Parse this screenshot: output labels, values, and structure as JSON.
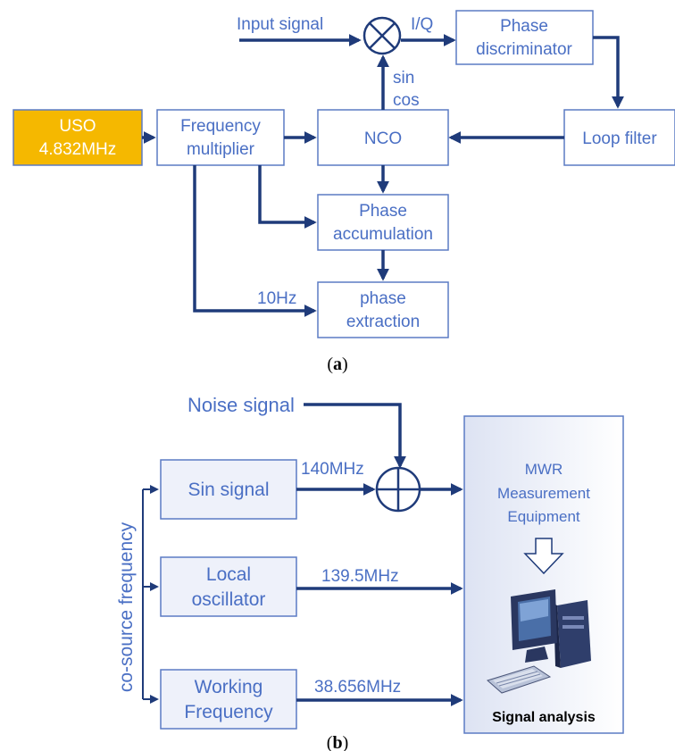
{
  "diagram_a": {
    "caption_letter": "a",
    "blocks": {
      "uso_line1": "USO",
      "uso_line2": "4.832MHz",
      "freq_mult_line1": "Frequency",
      "freq_mult_line2": "multiplier",
      "nco": "NCO",
      "loop_filter": "Loop filter",
      "phase_disc_line1": "Phase",
      "phase_disc_line2": "discriminator",
      "phase_accum_line1": "Phase",
      "phase_accum_line2": "accumulation",
      "phase_extr_line1": "phase",
      "phase_extr_line2": "extraction"
    },
    "labels": {
      "input_signal": "Input signal",
      "iq": "I/Q",
      "sin": "sin",
      "cos": "cos",
      "ten_hz": "10Hz"
    },
    "colors": {
      "uso_fill": "#f5b800",
      "uso_text": "#ffffff",
      "line": "#1f3b7a",
      "text": "#4a6fc4"
    }
  },
  "diagram_b": {
    "caption_letter": "b",
    "blocks": {
      "sin_signal": "Sin signal",
      "local_osc_line1": "Local",
      "local_osc_line2": "oscillator",
      "working_freq_line1": "Working",
      "working_freq_line2": "Frequency",
      "mwr_line1": "MWR",
      "mwr_line2": "Measurement",
      "mwr_line3": "Equipment",
      "signal_analysis": "Signal analysis"
    },
    "labels": {
      "noise_signal": "Noise signal",
      "f140": "140MHz",
      "f139": "139.5MHz",
      "f38": "38.656MHz",
      "co_source": "co-source frequency"
    }
  }
}
